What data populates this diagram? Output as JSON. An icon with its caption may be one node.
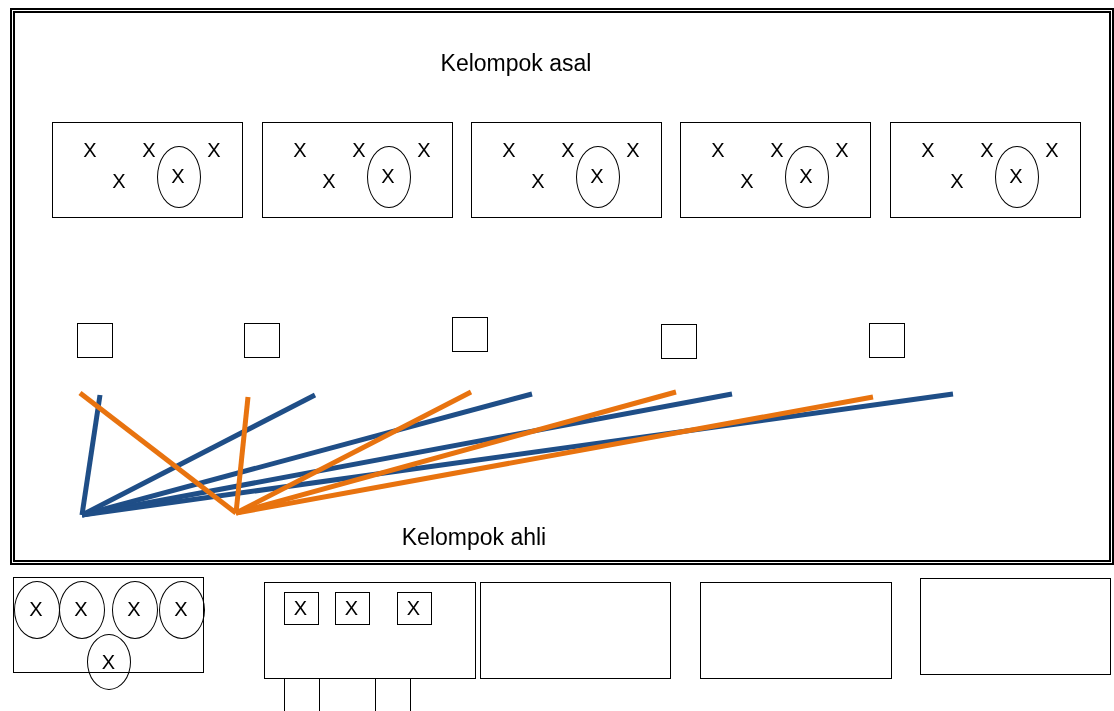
{
  "diagram": {
    "nodes": [
      {
        "text": [
          "Kelompok asal",
          "Kelompok ahli"
        ]
      },
      {
        "text": [
          "X",
          "X",
          "X",
          "X"
        ],
        "in": 0
      },
      {
        "text": [
          "X"
        ],
        "in": 1
      },
      {
        "text": [
          "X",
          "X",
          "X",
          "X"
        ],
        "in": 0
      },
      {
        "text": [
          "X"
        ],
        "in": 3
      },
      {
        "text": [
          "X",
          "X",
          "X",
          "X"
        ],
        "in": 0
      },
      {
        "text": [
          "X"
        ],
        "in": 5
      },
      {
        "text": [
          "X",
          "X",
          "X",
          "X"
        ],
        "in": 0
      },
      {
        "text": [
          "X"
        ],
        "in": 7
      },
      {
        "text": [
          "X",
          "X",
          "X",
          "X"
        ],
        "in": 0
      },
      {
        "text": [
          "X"
        ],
        "in": 9
      },
      {
        "text": [],
        "shape": "box",
        "in": 0
      },
      {
        "text": [],
        "shape": "box",
        "in": 0
      },
      {
        "text": [],
        "shape": "box",
        "in": 0
      },
      {
        "text": [],
        "shape": "box",
        "in": 0
      },
      {
        "text": [],
        "shape": "box",
        "in": 0
      },
      {
        "text": [],
        "shape": "box"
      },
      {
        "text": [
          "X"
        ],
        "in": 16
      },
      {
        "text": [
          "X"
        ],
        "in": 16
      },
      {
        "text": [
          "X"
        ],
        "in": 16
      },
      {
        "text": [
          "X"
        ],
        "in": 16
      },
      {
        "text": [
          "X"
        ]
      },
      {
        "text": [],
        "shape": "box"
      },
      {
        "text": [
          "X"
        ],
        "in": 22
      },
      {
        "text": [
          "X"
        ],
        "in": 22
      },
      {
        "text": [
          "X"
        ],
        "in": 22
      },
      {
        "text": [],
        "shape": "box"
      },
      {
        "text": [],
        "shape": "box"
      },
      {
        "text": [],
        "shape": "box"
      },
      {
        "text": [],
        "shape": "box"
      },
      {
        "text": [],
        "shape": "box"
      }
    ]
  }
}
